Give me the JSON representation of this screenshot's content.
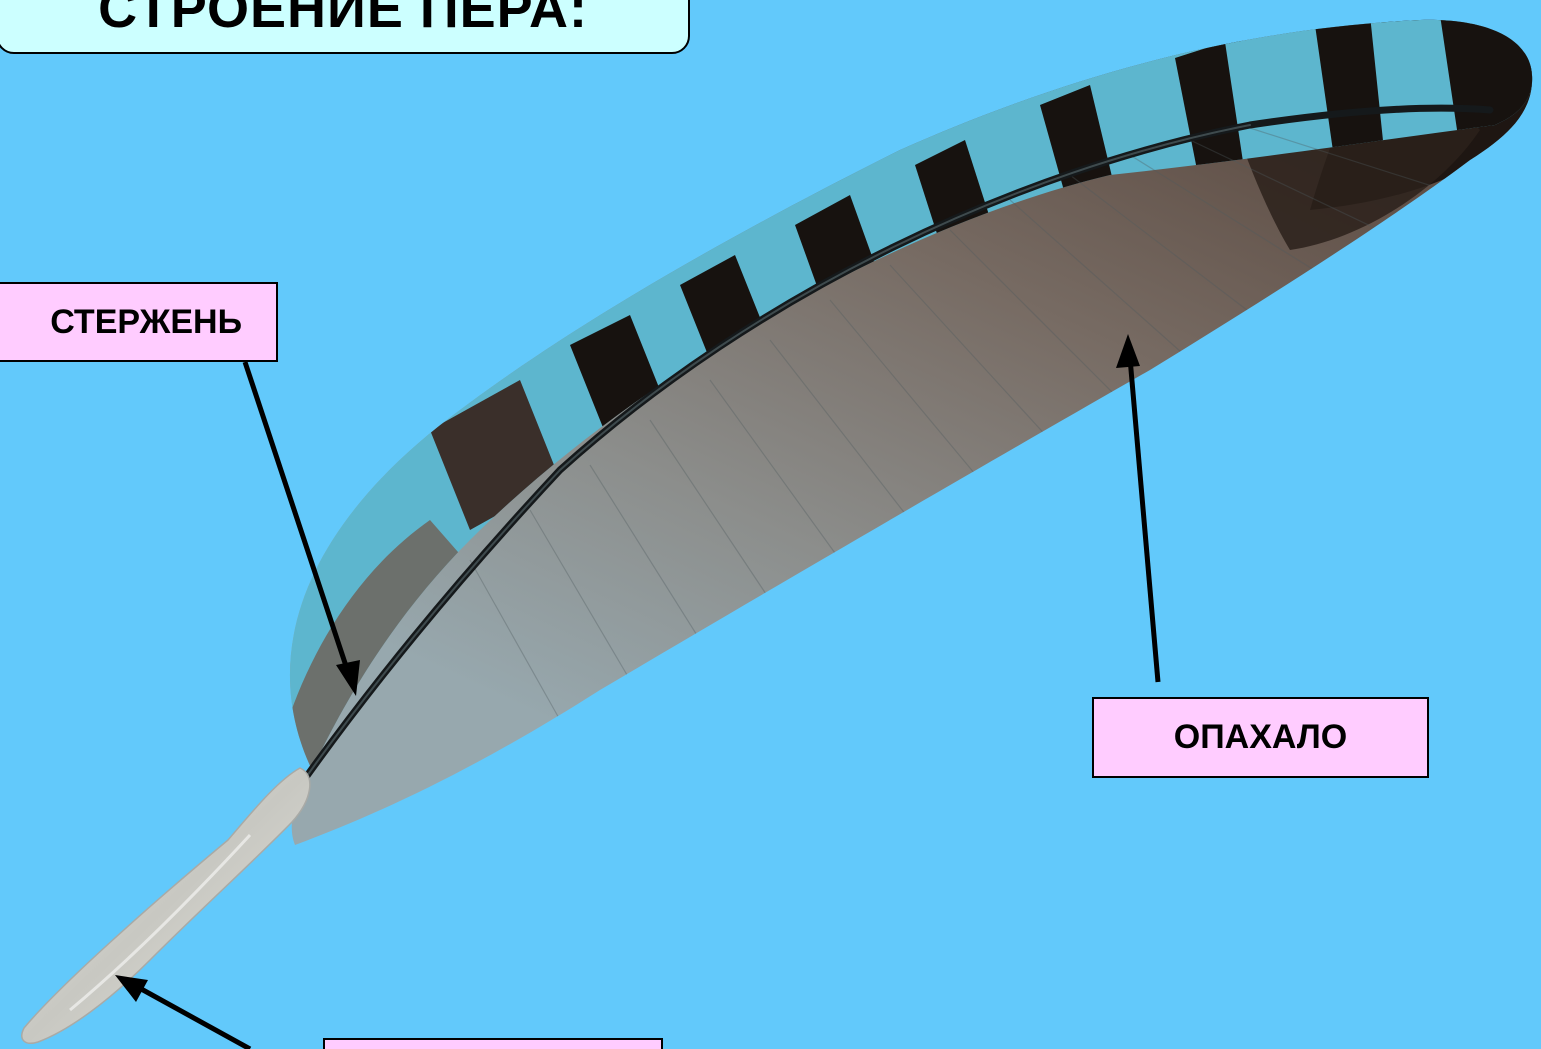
{
  "title": "СТРОЕНИЕ ПЕРА:",
  "labels": {
    "shaft": "СТЕРЖЕНЬ",
    "vane": "ОПАХАЛО",
    "quill": ""
  },
  "colors": {
    "background": "#62C9FB",
    "title_box_fill": "#CCFFFF",
    "label_box_fill": "#FFCCFF",
    "arrow": "#000000",
    "feather_blue": "#5FB8CF",
    "feather_dark": "#1A1410",
    "feather_gray": "#7E8A8E",
    "quill_base": "#D4D4CE"
  },
  "illustration": {
    "subject": "bird-feather-photo",
    "pointers": [
      "shaft-arrow",
      "vane-arrow",
      "quill-arrow"
    ]
  }
}
